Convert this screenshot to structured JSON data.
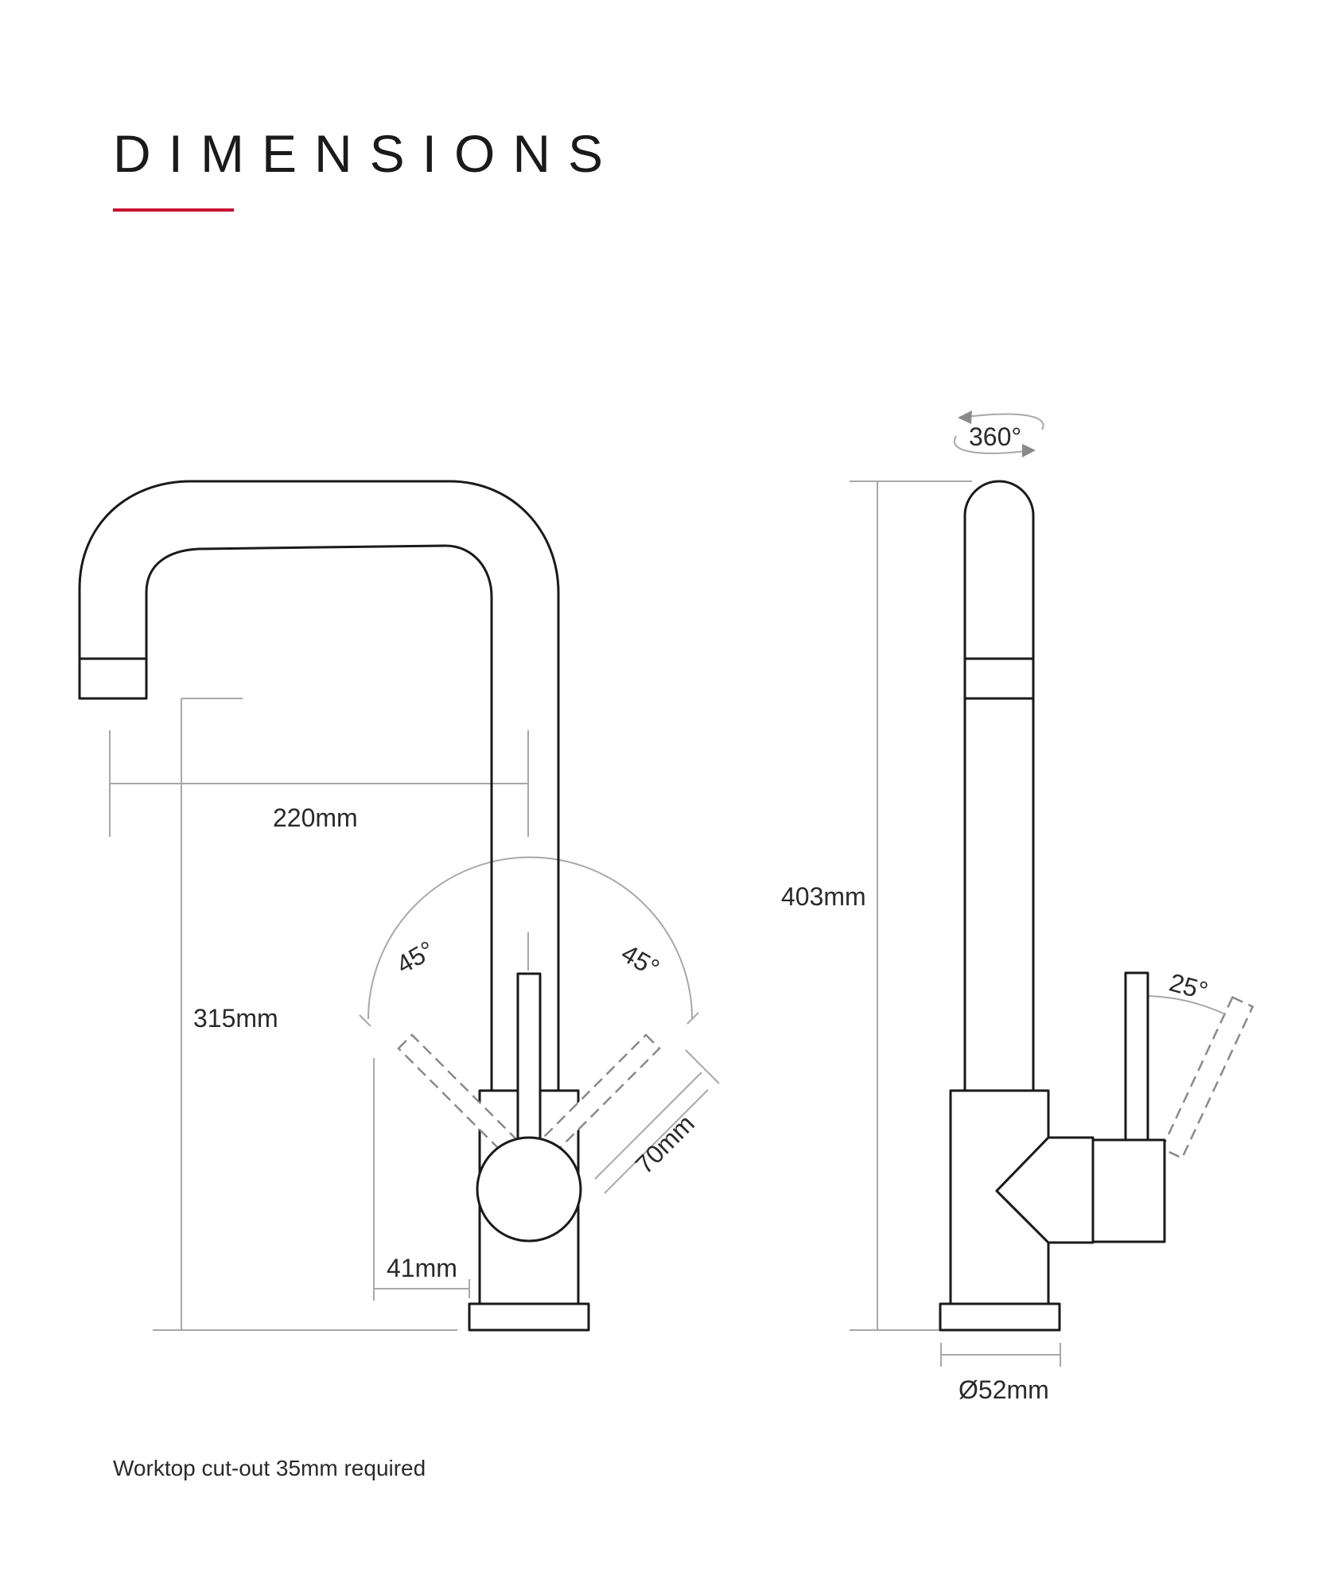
{
  "header": {
    "title": "DIMENSIONS",
    "accent_color": "#c8102e"
  },
  "front_view": {
    "spout_reach": "220mm",
    "spout_height": "315mm",
    "handle_angle_left": "45°",
    "handle_angle_right": "45°",
    "handle_length": "70mm",
    "body_offset": "41mm"
  },
  "side_view": {
    "rotation": "360°",
    "total_height": "403mm",
    "handle_tilt": "25°",
    "base_diameter": "Ø52mm"
  },
  "footer": {
    "note": "Worktop cut-out 35mm required"
  }
}
